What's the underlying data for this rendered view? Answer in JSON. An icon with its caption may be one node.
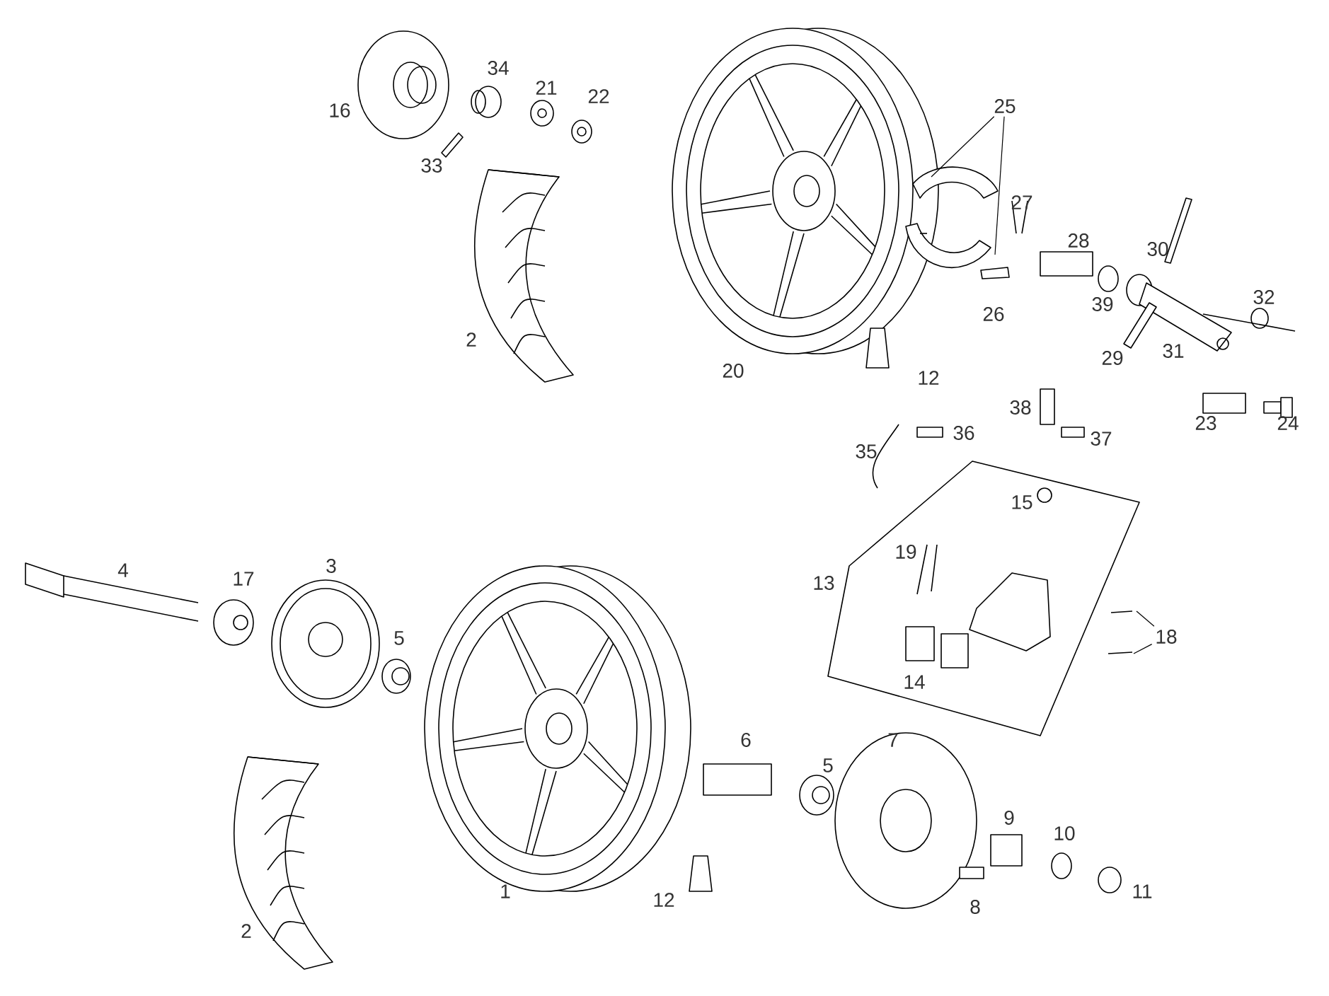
{
  "diagram": {
    "nodes": [
      {
        "text": [
          "25"
        ]
      },
      {
        "text": [
          "18"
        ]
      }
    ],
    "edges": [
      {
        "from": 0,
        "to": null,
        "arrow": "none"
      },
      {
        "from": 0,
        "to": null,
        "arrow": "none"
      },
      {
        "from": 1,
        "to": null,
        "arrow": "none"
      },
      {
        "from": 1,
        "to": null,
        "arrow": "none"
      }
    ],
    "labels": [
      "34",
      "21",
      "22",
      "16",
      "33",
      "27",
      "28",
      "30",
      "26",
      "39",
      "32",
      "2",
      "29",
      "31",
      "20",
      "12",
      "38",
      "23",
      "24",
      "36",
      "37",
      "35",
      "15",
      "19",
      "4",
      "3",
      "17",
      "13",
      "5",
      "14",
      "6",
      "7",
      "5",
      "9",
      "10",
      "1",
      "12",
      "8",
      "11",
      "2"
    ]
  }
}
